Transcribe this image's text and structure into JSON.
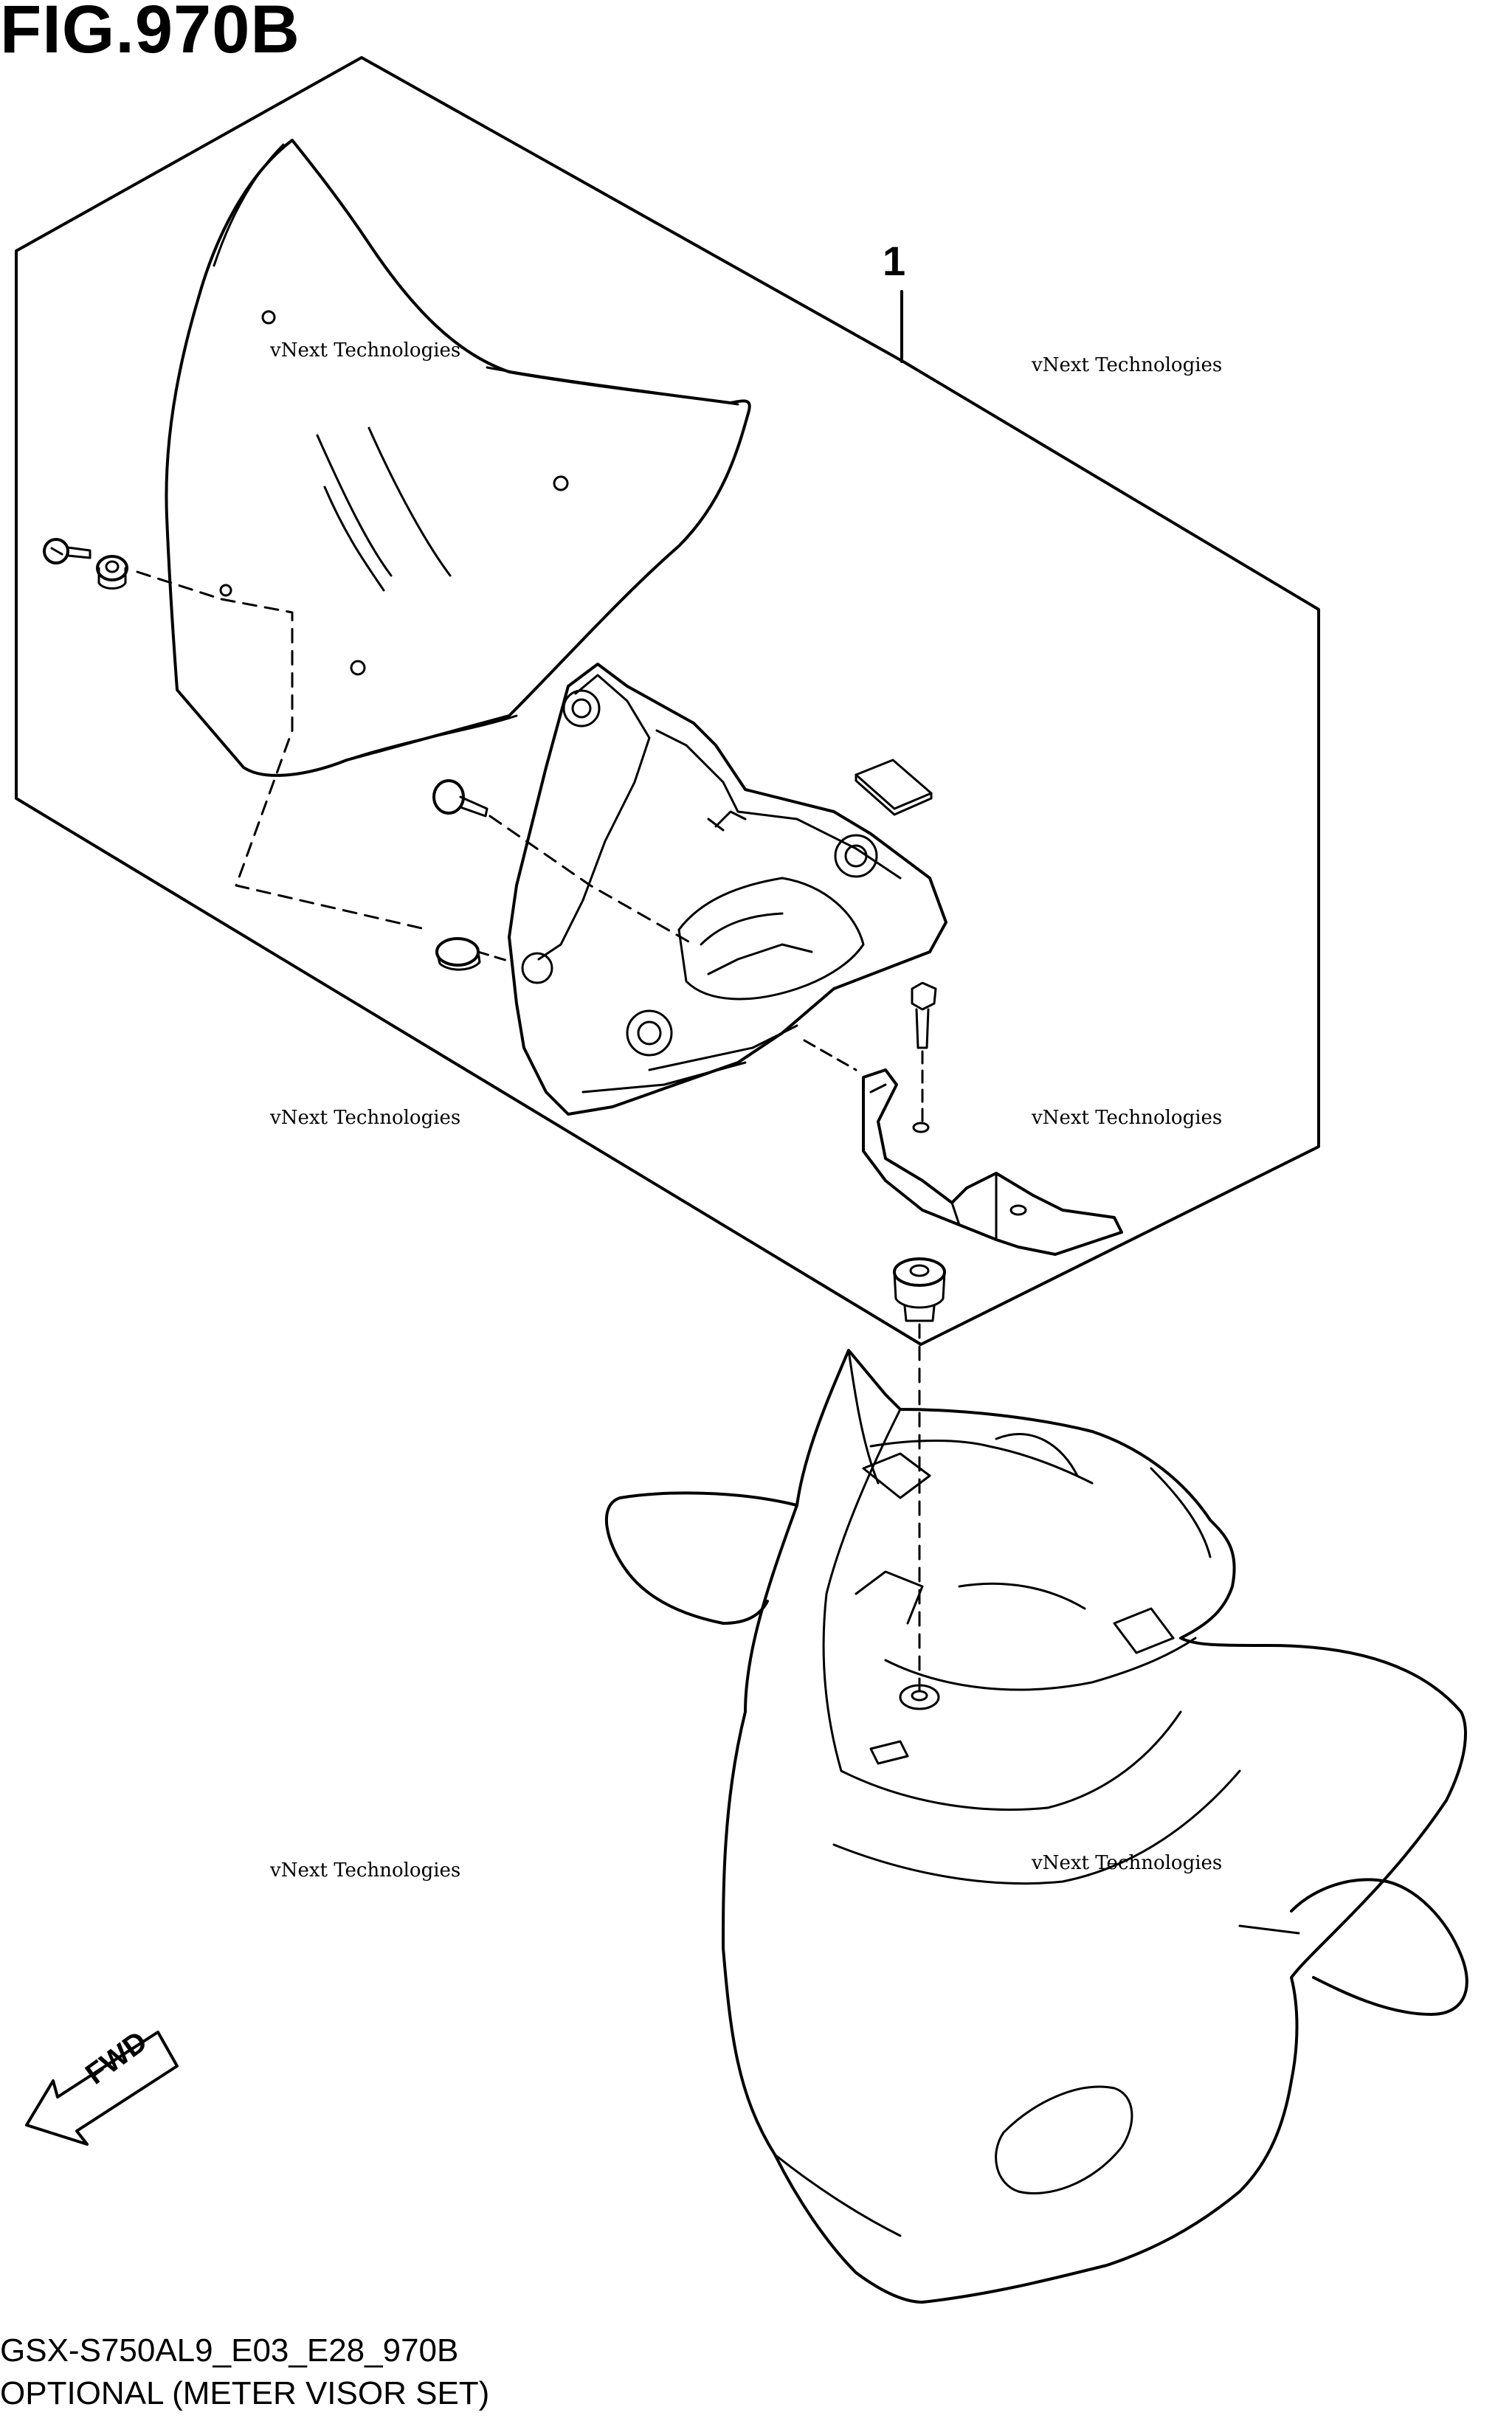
{
  "figure": {
    "title": "FIG.970B",
    "callout_number": "1",
    "code": "GSX-S750AL9_E03_E28_970B",
    "caption": "OPTIONAL (METER VISOR SET)"
  },
  "direction_arrow": {
    "label": "FWD",
    "icon": "fwd-arrow-icon"
  },
  "watermark": {
    "text_small": "vNext Technologies",
    "text_top": "vNext",
    "text_big": "Technologies",
    "color": "#c4c4c4"
  },
  "parts": [
    {
      "name": "visor-screen",
      "icon": "windscreen-icon"
    },
    {
      "name": "visor-bracket",
      "icon": "bracket-icon"
    },
    {
      "name": "screw",
      "icon": "screw-icon"
    },
    {
      "name": "washer",
      "icon": "washer-icon"
    },
    {
      "name": "bolt",
      "icon": "bolt-icon"
    },
    {
      "name": "collar",
      "icon": "collar-icon"
    },
    {
      "name": "rubber-grommet",
      "icon": "grommet-icon"
    },
    {
      "name": "stay",
      "icon": "stay-icon"
    },
    {
      "name": "meter-cowl",
      "icon": "cowl-icon"
    }
  ]
}
